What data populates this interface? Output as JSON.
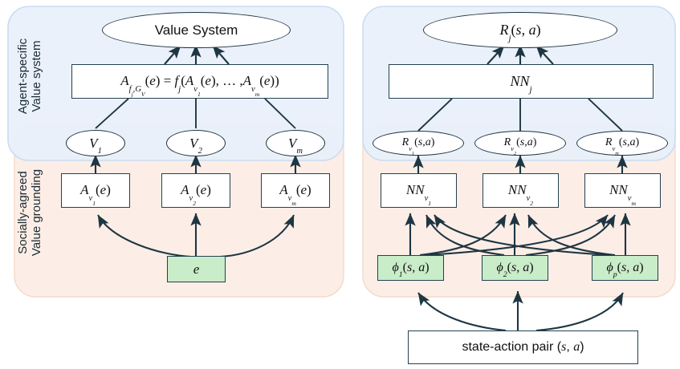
{
  "figure": {
    "type": "diagram",
    "title": "Agent value system and reward model architecture"
  },
  "panels": {
    "blue": {
      "label_line1": "Agent-specific",
      "label_line2": "Value system",
      "color": "#e8f0fb"
    },
    "orange": {
      "label_line1": "Socially-agreed",
      "label_line2": "Value grounding",
      "color": "#fceee6"
    },
    "overlap_color": "#e3e3e6"
  },
  "colors": {
    "stroke": "#24414f",
    "green_fill": "#c9ecc9",
    "white_fill": "#ffffff",
    "text": "#111111"
  },
  "left": {
    "top_ellipse": "Value System",
    "formula_box": "A_{f_j,G_V}(e) = f_j(A_{v_1}(e), …, A_{v_m}(e))",
    "value_ellipses": [
      "V_1",
      "V_2",
      "V_m"
    ],
    "attribute_boxes": [
      "A_{v_1}(e)",
      "A_{v_2}(e)",
      "A_{v_m}(e)"
    ],
    "input_box": "e"
  },
  "right": {
    "top_ellipse": "R_j(s,a)",
    "nn_box": "NN_j",
    "reward_ellipses": [
      "R_{v_1}(s,a)",
      "R_{v_2}(s,a)",
      "R_{v_m}(s,a)"
    ],
    "nn_boxes": [
      "NN_{v_1}",
      "NN_{v_2}",
      "NN_{v_m}"
    ],
    "feature_boxes": [
      "ϕ_1(s,a)",
      "ϕ_2(s,a)",
      "ϕ_p(s,a)"
    ],
    "input_box": "state-action pair (s,a)"
  }
}
